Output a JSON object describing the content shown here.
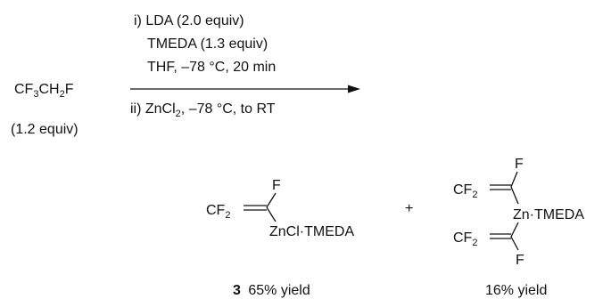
{
  "reactant": {
    "formula": [
      {
        "t": "CF"
      },
      {
        "t": "3",
        "sub": true
      },
      {
        "t": "CH"
      },
      {
        "t": "2",
        "sub": true
      },
      {
        "t": "F"
      }
    ],
    "equiv": "(1.2 equiv)"
  },
  "conditions": {
    "step1_line1": "i) LDA (2.0 equiv)",
    "step1_line2": "TMEDA (1.3 equiv)",
    "step1_line3": "THF, –78 °C, 20 min",
    "step2": [
      {
        "t": "ii) ZnCl"
      },
      {
        "t": "2",
        "sub": true
      },
      {
        "t": ", –78 °C, to RT"
      }
    ]
  },
  "product1": {
    "cf2": [
      {
        "t": "CF"
      },
      {
        "t": "2",
        "sub": true
      }
    ],
    "f_label": "F",
    "zn_label": "ZnCl·TMEDA",
    "compound_number": "3",
    "yield": "65% yield"
  },
  "plus": "+",
  "product2": {
    "cf2_top": [
      {
        "t": "CF"
      },
      {
        "t": "2",
        "sub": true
      }
    ],
    "cf2_bottom": [
      {
        "t": "CF"
      },
      {
        "t": "2",
        "sub": true
      }
    ],
    "f_top": "F",
    "f_bottom": "F",
    "zn_label": "Zn·TMEDA",
    "yield": "16% yield"
  }
}
